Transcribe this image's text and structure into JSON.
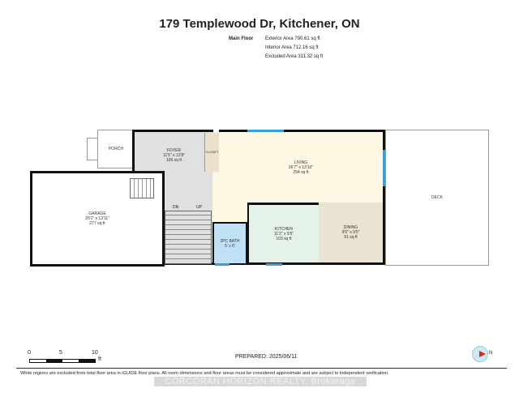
{
  "title": "179 Templewood Dr, Kitchener, ON",
  "floor": {
    "name": "Main Floor",
    "exterior": "Exterior Area 790.61 sq ft",
    "interior": "Interior Area 712.16 sq ft",
    "excluded": "Excluded Area 311.32 sq ft"
  },
  "rooms": {
    "porch": {
      "name": "PORCH"
    },
    "foyer": {
      "name": "FOYER",
      "dims": "11'5\" x 12'8\"",
      "area": "106 sq ft"
    },
    "closet": {
      "name": "CLOSET"
    },
    "living": {
      "name": "LIVING",
      "dims": "26'7\" x 13'10\"",
      "area": "294 sq ft"
    },
    "garage": {
      "name": "GARAGE",
      "dims": "20'1\" x 13'11\"",
      "area": "277 sq ft"
    },
    "kitchen": {
      "name": "KITCHEN",
      "dims": "11'2\" x 9'5\"",
      "area": "103 sq ft"
    },
    "dining": {
      "name": "DINING",
      "dims": "9'9\" x 9'5\"",
      "area": "91 sq ft"
    },
    "bath": {
      "name": "2PC BATH",
      "dims": "5' x 6'"
    },
    "deck": {
      "name": "DECK"
    },
    "stairs_down": "DN",
    "stairs_up": "UP"
  },
  "scale": {
    "t0": "0",
    "t5": "5",
    "t10": "10",
    "unit": "ft"
  },
  "prepared": "PREPARED: 2025/06/11",
  "compass": "N",
  "disclaimer": "White regions are excluded from total floor area in iGUIDE floor plans. All room dimensions and floor areas must be considered approximate and are subject to independent verification.",
  "watermark": "CORCORAN HORIZON REALTY, Brokerage"
}
